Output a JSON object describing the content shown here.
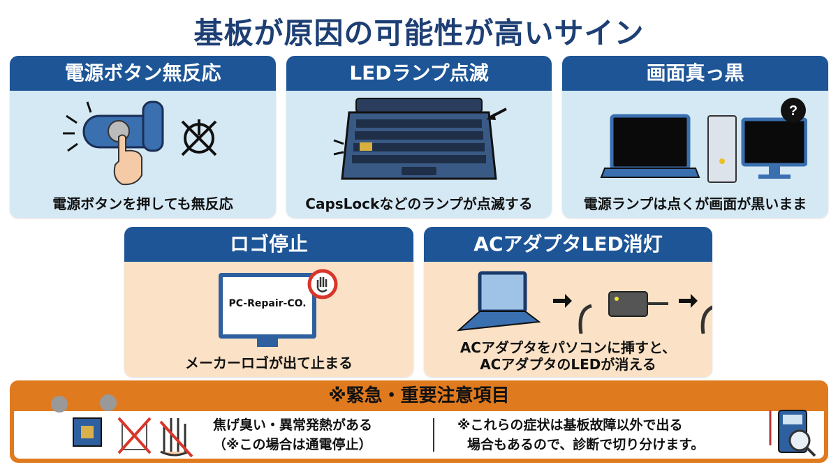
{
  "title": "基板が原因の可能性が高いサイン",
  "panels": [
    {
      "heading": "電源ボタン無反応",
      "caption": "電源ボタンを押しても無反応"
    },
    {
      "heading": "LEDランプ点滅",
      "caption": "CapsLockなどのランプが点滅する"
    },
    {
      "heading": "画面真っ黒",
      "caption": "電源ランプは点くが画面が黒いまま"
    },
    {
      "heading": "ロゴ停止",
      "caption": "メーカーロゴが出て止まる",
      "screen_text": "PC-Repair-CO."
    },
    {
      "heading": "ACアダプタLED消灯",
      "caption_line1": "ACアダプタをパソコンに挿すと、",
      "caption_line2": "ACアダプタのLEDが消える"
    }
  ],
  "warning": {
    "heading": "※緊急・重要注意項目",
    "left_line1": "焦げ臭い・異常発熱がある",
    "left_line2": "（※この場合は通電停止）",
    "right_line1": "※これらの症状は基板故障以外で出る",
    "right_line2": "場合もあるので、診断で切り分けます。"
  },
  "colors": {
    "header_blue": "#1d5596",
    "warning_orange": "#e07a1f",
    "title": "#1d3f74"
  }
}
